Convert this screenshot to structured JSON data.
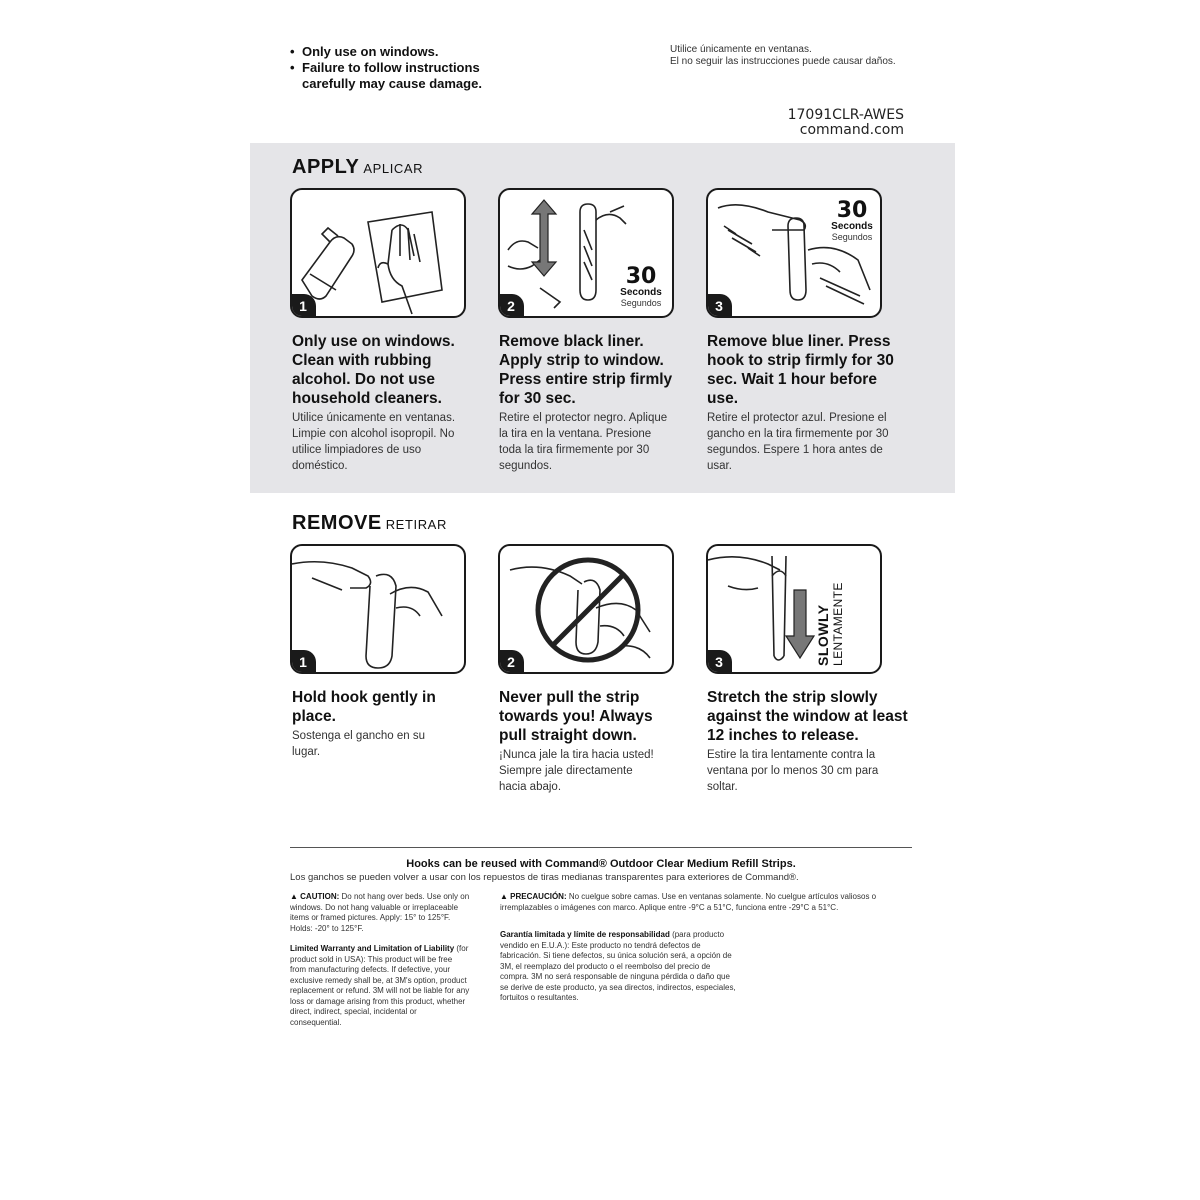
{
  "header": {
    "warnings_en": [
      "Only use on windows.",
      "Failure to follow instructions carefully may cause damage."
    ],
    "warnings_es": [
      "Utilice únicamente en ventanas.",
      "El no seguir las instrucciones puede causar daños."
    ],
    "product_code": "17091CLR-AWES",
    "website": "command.com"
  },
  "apply": {
    "title": "APPLY",
    "title_es": "APLICAR",
    "steps": [
      {
        "num": "1",
        "text_en": "Only use on windows. Clean with rubbing alcohol. Do not use household cleaners.",
        "text_es": "Utilice únicamente en ventanas. Limpie con alcohol isopropil. No utilice limpiadores de uso doméstico."
      },
      {
        "num": "2",
        "text_en": "Remove black liner. Apply strip to window. Press entire strip firmly for 30 sec.",
        "text_es": "Retire el protector negro. Aplique la tira en la ventana. Presione toda la tira firmemente por 30 segundos."
      },
      {
        "num": "3",
        "text_en": "Remove blue liner. Press hook to strip firmly for 30 sec. Wait 1 hour before use.",
        "text_es": "Retire el protector azul. Presione el gancho en la tira firmemente por 30 segundos. Espere 1 hora antes de usar."
      }
    ],
    "timer": {
      "number": "30",
      "label_en": "Seconds",
      "label_es": "Segundos"
    }
  },
  "remove": {
    "title": "REMOVE",
    "title_es": "RETIRAR",
    "steps": [
      {
        "num": "1",
        "text_en": "Hold hook gently in place.",
        "text_es": "Sostenga el gancho en su lugar."
      },
      {
        "num": "2",
        "text_en": "Never pull the strip towards you! Always pull straight down.",
        "text_es": "¡Nunca jale la tira hacia usted! Siempre jale directamente hacia abajo."
      },
      {
        "num": "3",
        "text_en": "Stretch the strip slowly against the window at least 12 inches to release.",
        "text_es": "Estire la tira lentamente contra la ventana por lo menos 30 cm para soltar."
      }
    ],
    "slowly_en": "SLOWLY",
    "slowly_es": "LENTAMENTE"
  },
  "footer": {
    "reuse_en": "Hooks can be reused with Command® Outdoor Clear Medium Refill Strips.",
    "reuse_es": "Los ganchos se pueden volver a usar con los repuestos de tiras medianas transparentes para exteriores de Command®.",
    "caution_label": "CAUTION:",
    "caution_text": "Do not hang over beds. Use only on windows. Do not hang valuable or irreplaceable items or framed pictures. Apply: 15° to 125°F. Holds: -20° to 125°F.",
    "warranty_label": "Limited Warranty and Limitation of Liability",
    "warranty_text": "(for product sold in USA): This product will be free from manufacturing defects. If defective, your exclusive remedy shall be, at 3M's option, product replacement or refund. 3M will not be liable for any loss or damage arising from this product, whether direct, indirect, special, incidental or consequential.",
    "precaucion_label": "PRECAUCIÓN:",
    "precaucion_text": "No cuelgue sobre camas. Use en ventanas solamente. No cuelgue artículos valiosos o irremplazables o imágenes con marco. Aplique entre -9°C a 51°C, funciona entre -29°C a 51°C.",
    "garantia_label": "Garantía limitada y límite de responsabilidad",
    "garantia_text": "(para producto vendido en E.U.A.): Este producto no tendrá defectos de fabricación. Si tiene defectos, su única solución será, a opción de 3M, el reemplazo del producto o el reembolso del precio de compra. 3M no será responsable de ninguna pérdida o daño que se derive de este producto, ya sea directos, indirectos, especiales, fortuitos o resultantes."
  }
}
